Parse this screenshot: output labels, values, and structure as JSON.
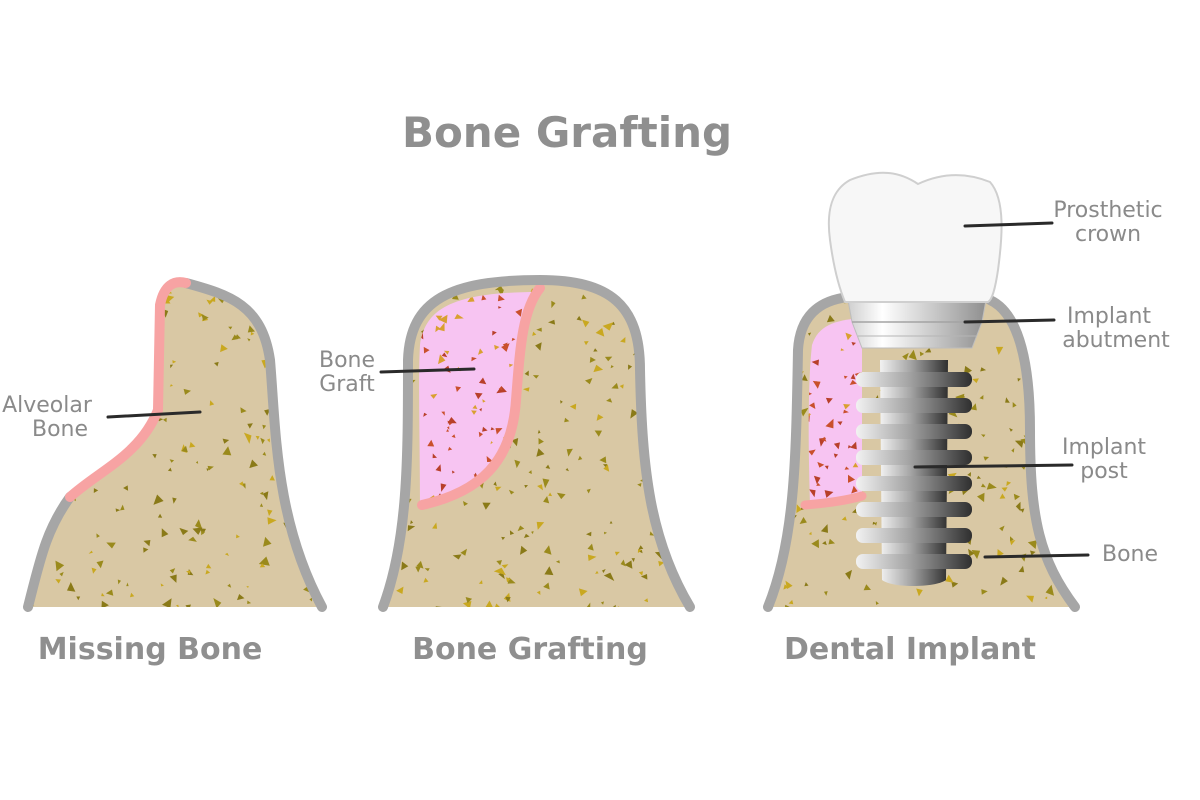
{
  "title": "Bone Grafting",
  "panels": [
    {
      "caption": "Missing Bone"
    },
    {
      "caption": "Bone Grafting"
    },
    {
      "caption": "Dental Implant"
    }
  ],
  "labels": {
    "alveolar_bone": [
      "Alveolar",
      "Bone"
    ],
    "bone_graft": [
      "Bone",
      "Graft"
    ],
    "prosthetic_crown": [
      "Prosthetic",
      "crown"
    ],
    "implant_abutment": [
      "Implant",
      "abutment"
    ],
    "implant_post": [
      "Implant",
      "post"
    ],
    "bone": "Bone"
  },
  "colors": {
    "bone_fill": "#d9c8a4",
    "bone_outline": "#a6a6a6",
    "gum_line": "#f7a3a3",
    "graft_fill": "#f7c4f2",
    "crown_fill": "#f7f7f7",
    "speckle_olive": "#9a8a1c",
    "speckle_gold": "#c9a820",
    "speckle_red": "#c9502c"
  }
}
